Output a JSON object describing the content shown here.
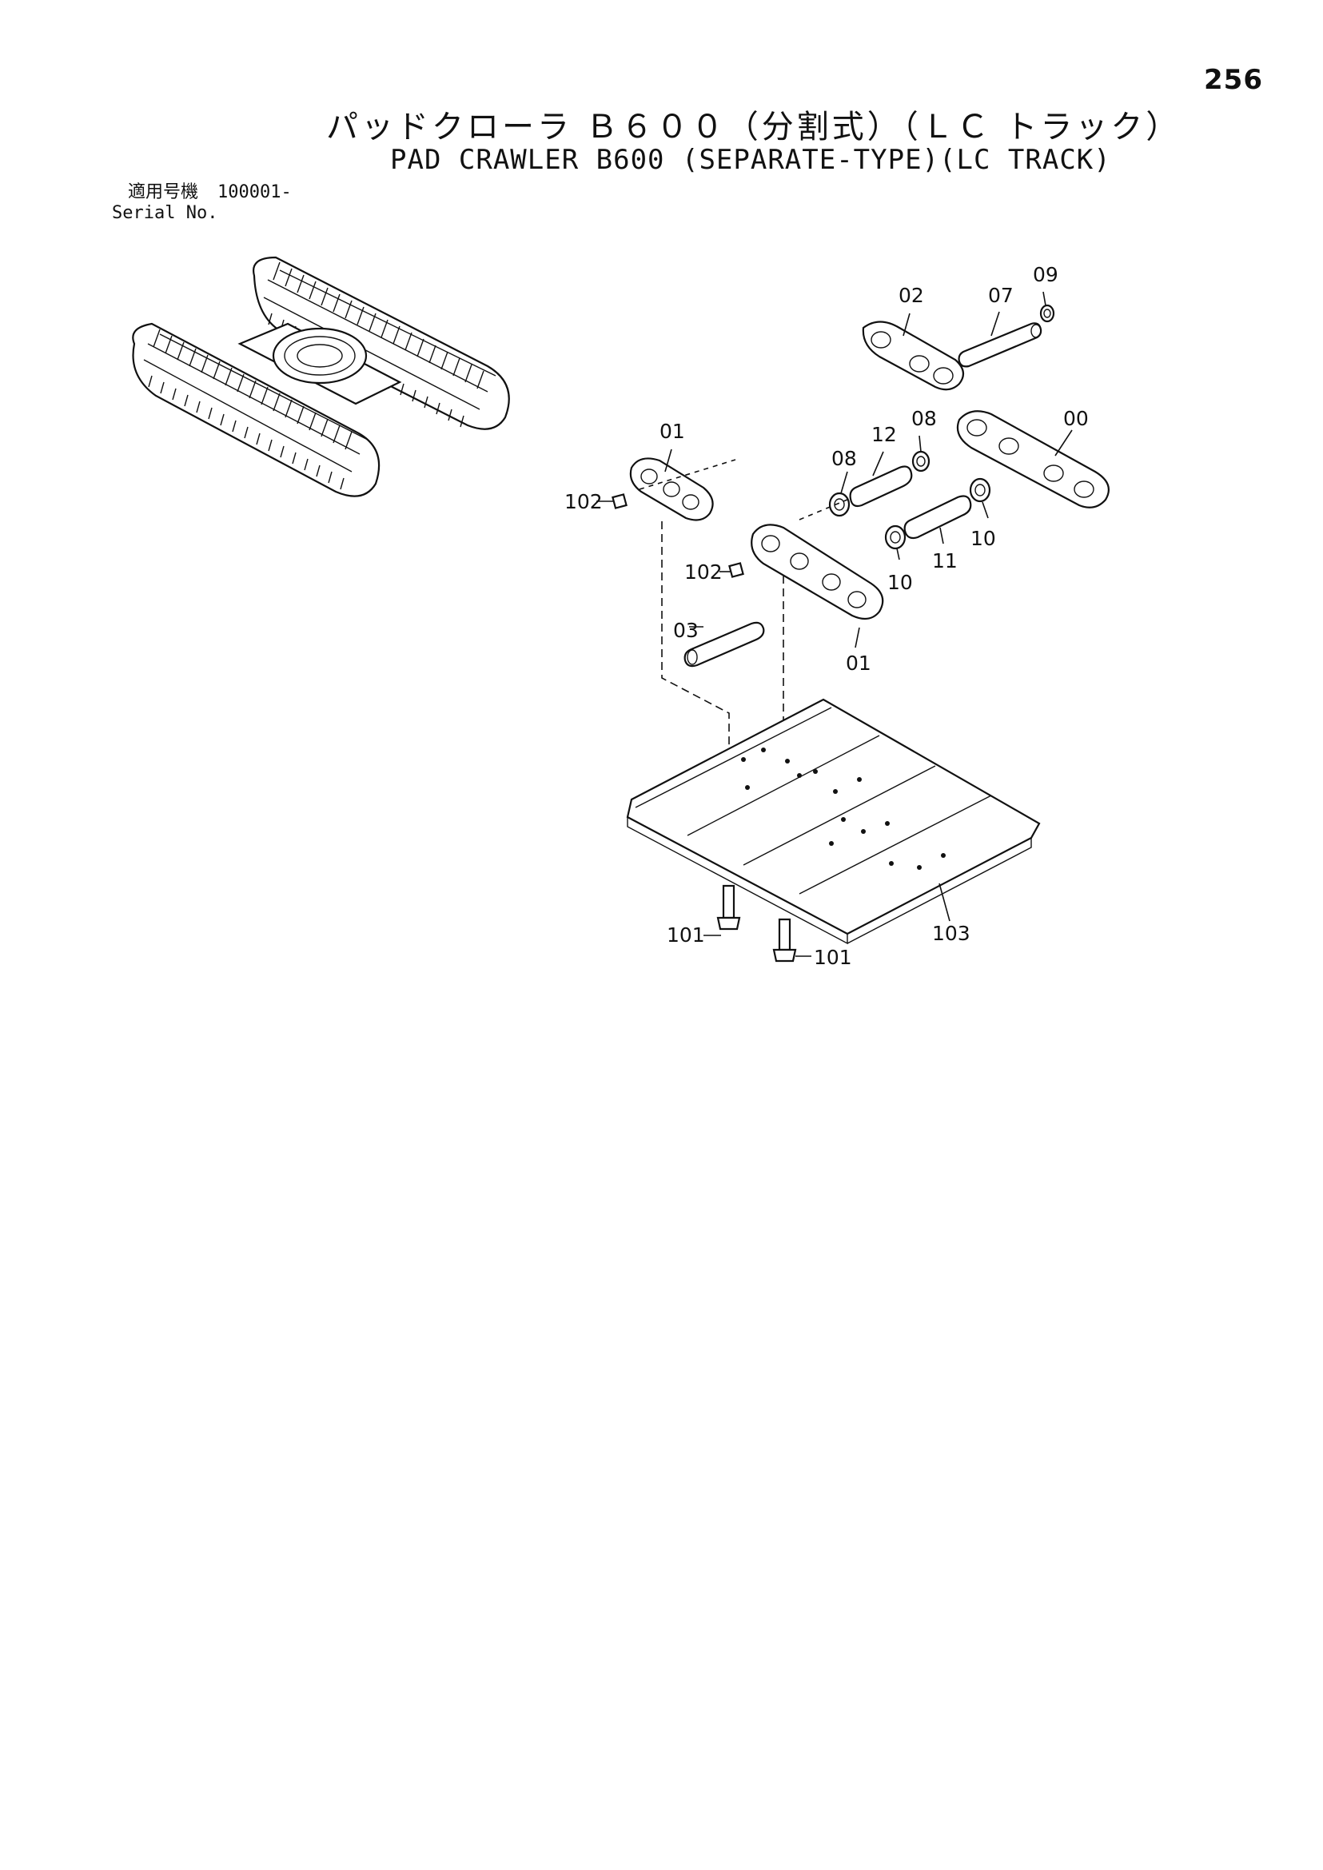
{
  "page_number": "256",
  "title_jp": "パッドクローラ Ｂ６００（分割式）（ＬＣ トラック）",
  "title_en": "PAD CRAWLER B600 (SEPARATE-TYPE)(LC TRACK)",
  "serial": {
    "label_jp": "適用号機",
    "value": "100001-",
    "label_en": "Serial No."
  },
  "callouts": {
    "c00": "00",
    "c01a": "01",
    "c01b": "01",
    "c02": "02",
    "c03": "03",
    "c07": "07",
    "c08a": "08",
    "c08b": "08",
    "c09": "09",
    "c10a": "10",
    "c10b": "10",
    "c11": "11",
    "c12": "12",
    "c101a": "101",
    "c101b": "101",
    "c102a": "102",
    "c102b": "102",
    "c103": "103"
  }
}
